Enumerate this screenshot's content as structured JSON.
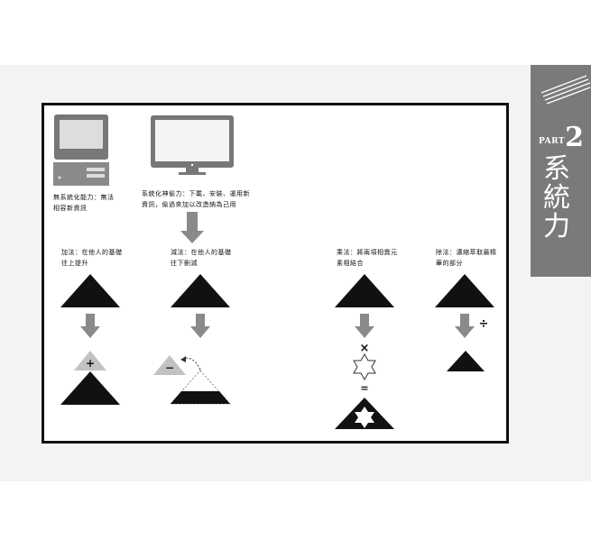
{
  "captions": {
    "no_system": "無系統化能力：無法\n相容新資訊",
    "with_system": "系統化神偷力：下載、安裝、運用新\n資訊，偷過來加以改造納為己用",
    "addition": "加法：在他人的基礎\n往上提升",
    "subtraction": "減法：在他人的基礎\n往下刪減",
    "multiplication": "乘法：將兩項相異元\n素相結合",
    "division": "除法：濃縮萃取最精\n華的部分"
  },
  "symbols": {
    "plus": "+",
    "minus": "−",
    "times": "×",
    "equals": "=",
    "divide": "÷"
  },
  "tab": {
    "part_label": "PART",
    "part_number": "2",
    "title_chars": [
      "系",
      "統",
      "力"
    ]
  },
  "colors": {
    "tab": "#7a7a7a",
    "triangle": "#111111",
    "arrow": "#8a8a8a",
    "light_triangle": "#c2c2c2",
    "monitor": "#777777"
  }
}
